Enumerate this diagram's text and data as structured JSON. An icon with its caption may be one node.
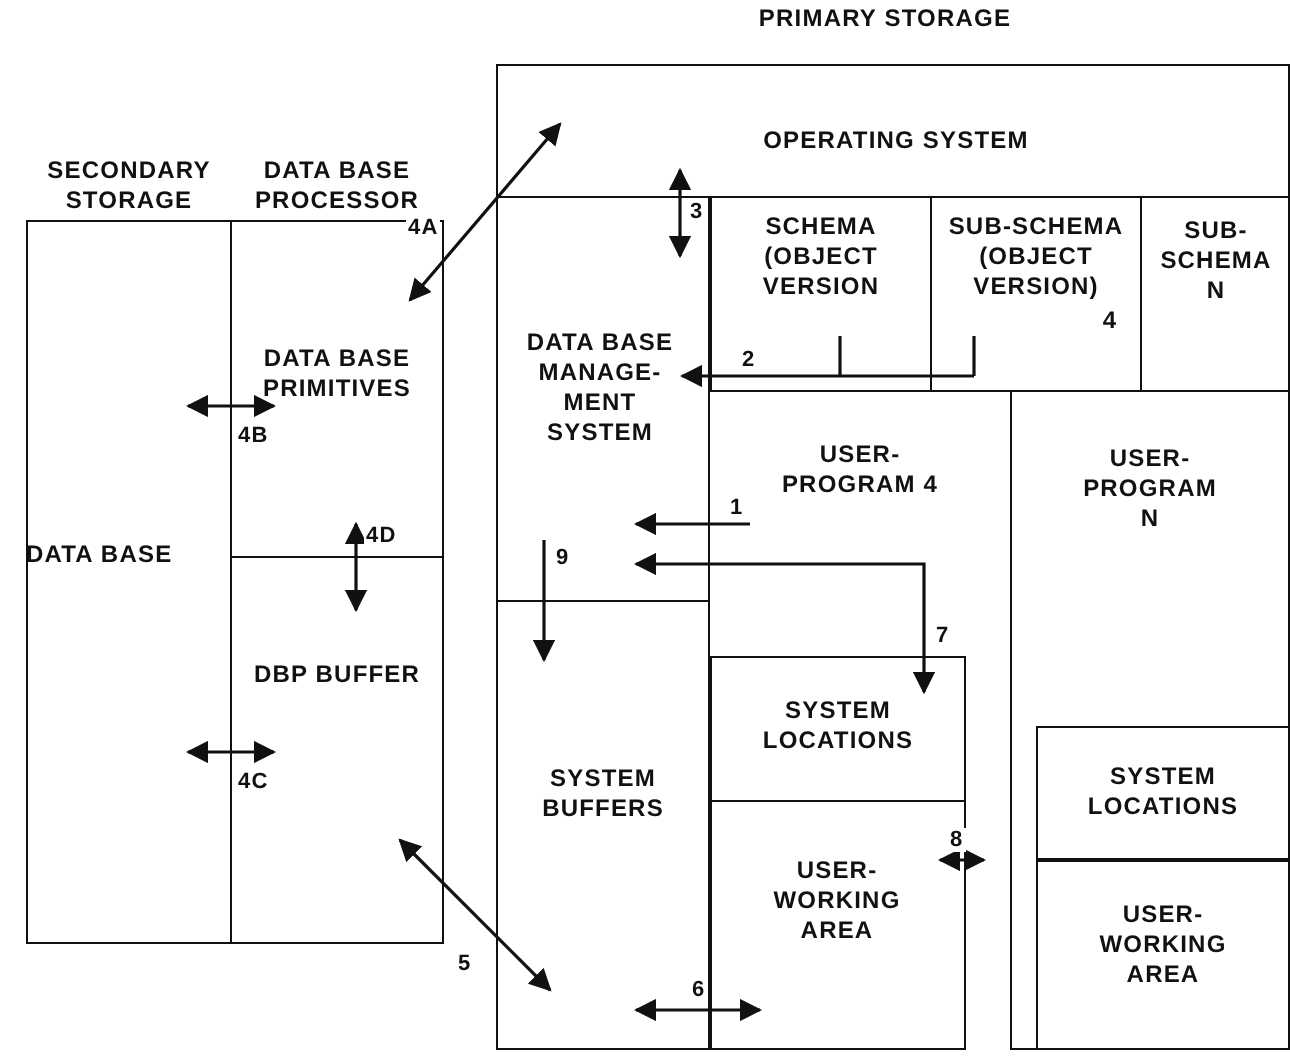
{
  "diagram": {
    "nodes": [
      {
        "text": [
          "PRIMARY STORAGE"
        ]
      },
      {
        "text": [
          "OPERATING SYSTEM"
        ],
        "in": 0
      },
      {
        "text": [
          "SECONDARY STORAGE",
          "DATA BASE"
        ]
      },
      {
        "text": [
          "DATA BASE PROCESSOR"
        ]
      },
      {
        "text": [
          "DATA BASE PRIMITIVES"
        ],
        "in": 3
      },
      {
        "text": [
          "DBP BUFFER"
        ],
        "in": 3
      },
      {
        "text": [
          "DATA BASE MANAGE- MENT SYSTEM"
        ],
        "in": 0
      },
      {
        "text": [
          "SYSTEM BUFFERS"
        ],
        "in": 0
      },
      {
        "text": [
          "SCHEMA (OBJECT VERSION"
        ],
        "in": 0
      },
      {
        "text": [
          "SUB-SCHEMA (OBJECT VERSION)",
          "4"
        ],
        "in": 0
      },
      {
        "text": [
          "SUB- SCHEMA N"
        ],
        "in": 0
      },
      {
        "text": [
          "USER- PROGRAM 4"
        ],
        "in": 0
      },
      {
        "text": [
          "SYSTEM LOCATIONS"
        ],
        "in": 11
      },
      {
        "text": [
          "USER- WORKING AREA"
        ],
        "in": 11
      },
      {
        "text": [
          "USER- PROGRAM N"
        ],
        "in": 0
      },
      {
        "text": [
          "SYSTEM LOCATIONS"
        ],
        "in": 14
      },
      {
        "text": [
          "USER- WORKING AREA"
        ],
        "in": 14
      }
    ],
    "edges": [
      {
        "from": 4,
        "to": 1,
        "arrow": "both",
        "label": "4A"
      },
      {
        "from": 2,
        "to": 4,
        "arrow": "both",
        "label": "4B"
      },
      {
        "from": 2,
        "to": 5,
        "arrow": "both",
        "label": "4C"
      },
      {
        "from": 4,
        "to": 5,
        "arrow": "both",
        "label": "4D"
      },
      {
        "from": 1,
        "to": 6,
        "arrow": "both",
        "label": "3"
      },
      {
        "from": 8,
        "to": 6,
        "arrow": "to",
        "label": "2"
      },
      {
        "from": 9,
        "to": 6,
        "arrow": "to"
      },
      {
        "from": 11,
        "to": 6,
        "arrow": "to",
        "label": "1"
      },
      {
        "from": 6,
        "to": 12,
        "arrow": "both",
        "label": "7"
      },
      {
        "from": 6,
        "to": 7,
        "arrow": "to",
        "label": "9"
      },
      {
        "from": 5,
        "to": 7,
        "arrow": "both",
        "label": "5"
      },
      {
        "from": 7,
        "to": 13,
        "arrow": "both",
        "label": "6"
      },
      {
        "from": 13,
        "to": 11,
        "arrow": "both",
        "label": "8"
      }
    ]
  }
}
